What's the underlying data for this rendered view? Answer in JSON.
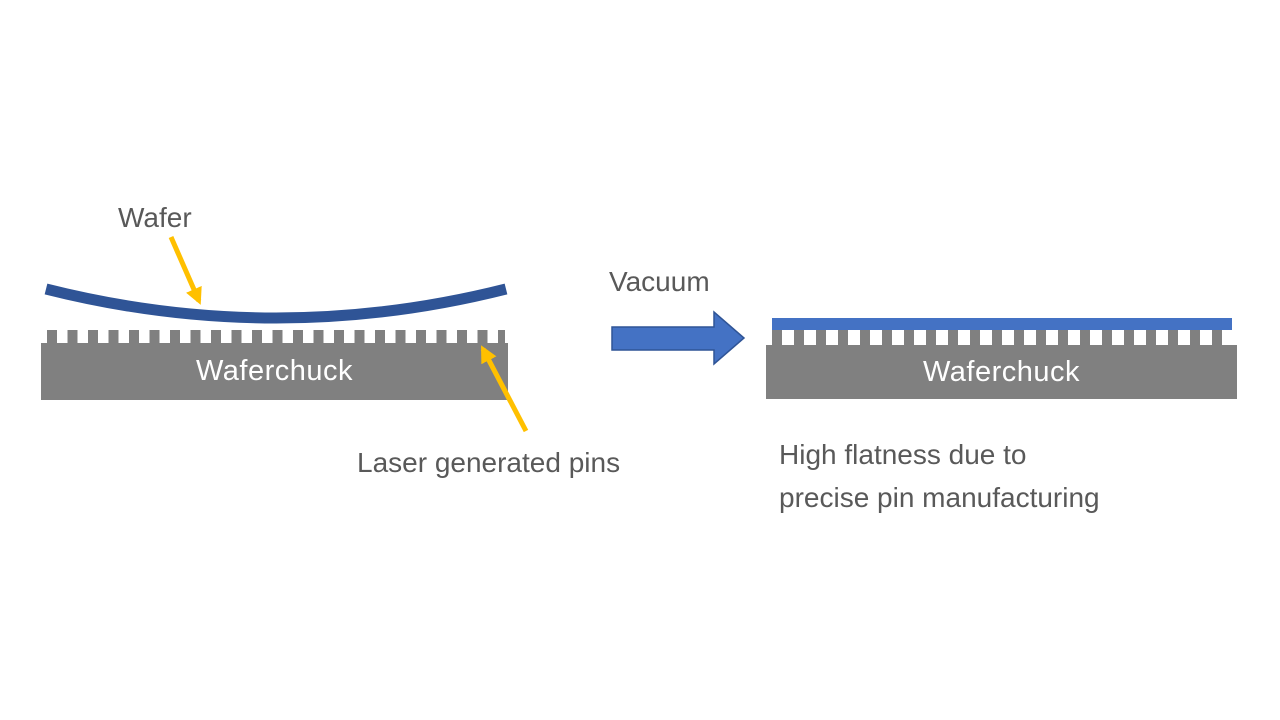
{
  "colors": {
    "background": "#FFFFFF",
    "chuck_gray": "#808080",
    "wafer_bowed_blue": "#2F5496",
    "wafer_flat_blue": "#4472C4",
    "vacuum_arrow_fill": "#4472C4",
    "vacuum_arrow_outline": "#2F5496",
    "annotation_arrow_yellow": "#FFC000",
    "label_gray": "#595959",
    "chuck_label_white": "#FFFFFF"
  },
  "left_diagram": {
    "wafer_label": "Wafer",
    "chuck_label": "Waferchuck",
    "pins_label": "Laser generated pins"
  },
  "transition": {
    "label": "Vacuum"
  },
  "right_diagram": {
    "chuck_label": "Waferchuck",
    "caption_line1": "High flatness due to",
    "caption_line2": "precise pin manufacturing"
  }
}
